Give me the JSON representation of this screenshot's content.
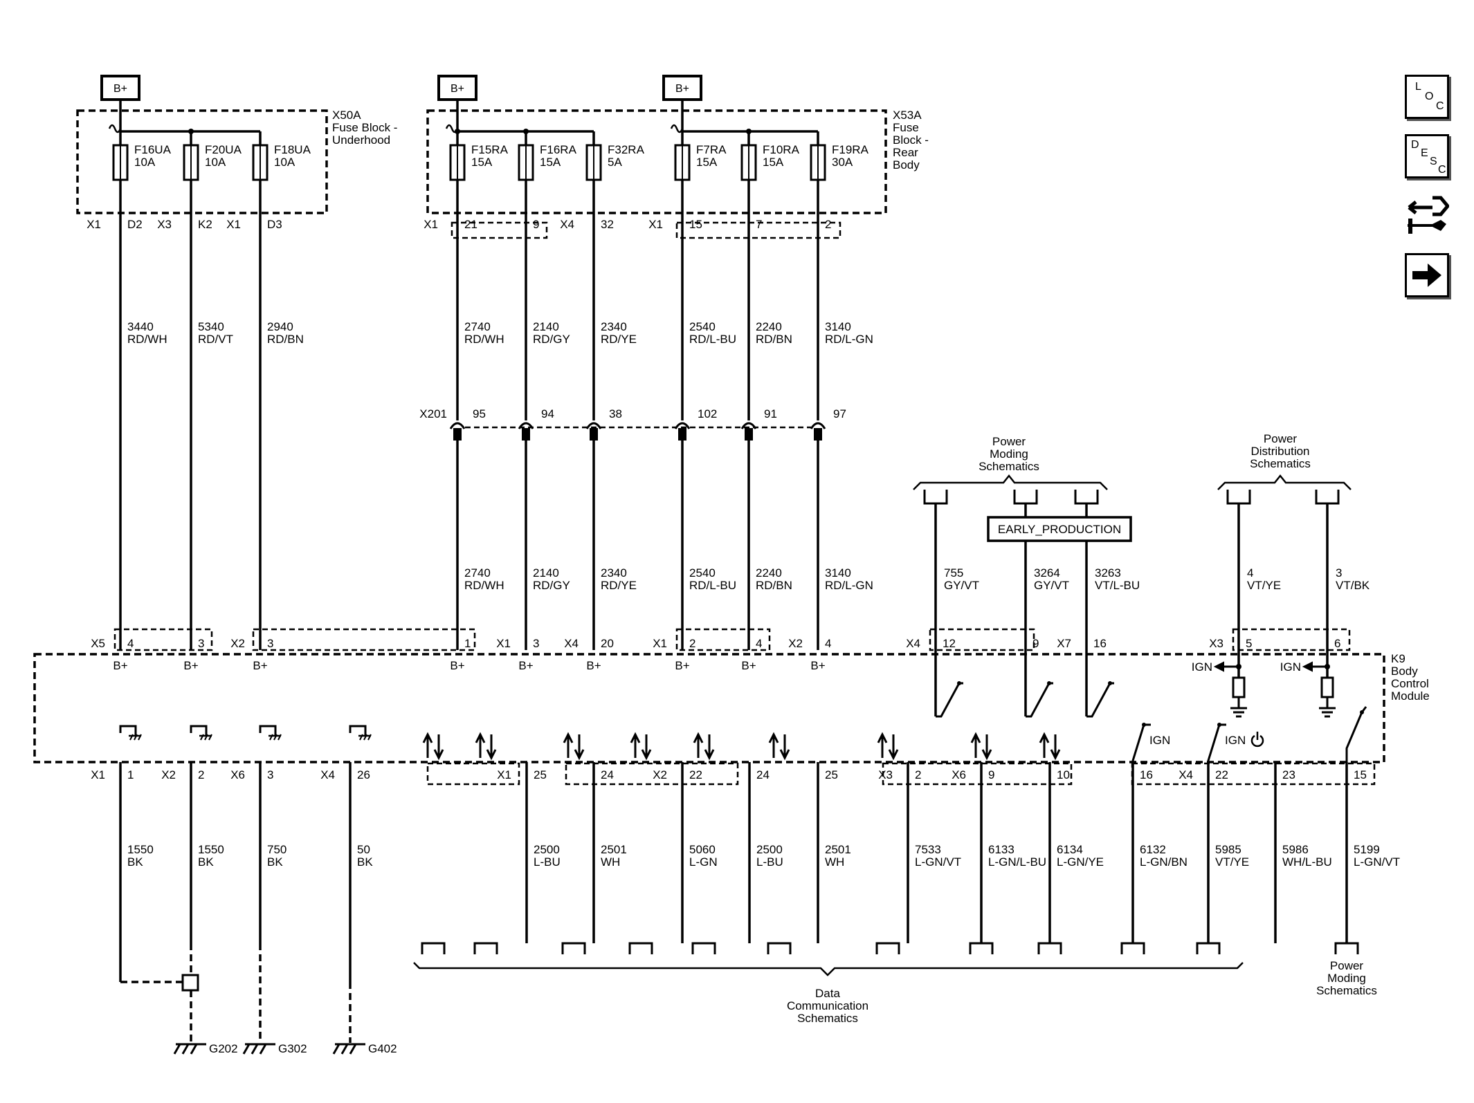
{
  "bplus_label": "B+",
  "nav": {
    "loc": [
      "L",
      "O",
      "C"
    ],
    "desc": [
      "D",
      "E",
      "S",
      "C"
    ]
  },
  "blocks": {
    "x50a": [
      "X50A",
      "Fuse Block -",
      "Underhood"
    ],
    "x53a": [
      "X53A",
      "Fuse",
      "Block -",
      "Rear",
      "Body"
    ],
    "k9": [
      "K9",
      "Body",
      "Control",
      "Module"
    ]
  },
  "fuses": [
    {
      "name": "F16UA",
      "rating": "10A"
    },
    {
      "name": "F20UA",
      "rating": "10A"
    },
    {
      "name": "F18UA",
      "rating": "10A"
    },
    {
      "name": "F15RA",
      "rating": "15A"
    },
    {
      "name": "F16RA",
      "rating": "15A"
    },
    {
      "name": "F32RA",
      "rating": "5A"
    },
    {
      "name": "F7RA",
      "rating": "15A"
    },
    {
      "name": "F10RA",
      "rating": "15A"
    },
    {
      "name": "F19RA",
      "rating": "30A"
    }
  ],
  "fuse_block_pins": [
    {
      "conn": "X1",
      "pin": "D2"
    },
    {
      "conn": "X3",
      "pin": "K2"
    },
    {
      "conn": "X1",
      "pin": "D3"
    },
    {
      "conn": "X1",
      "pin": "21"
    },
    {
      "conn": "",
      "pin": "9"
    },
    {
      "conn": "X4",
      "pin": "32"
    },
    {
      "conn": "X1",
      "pin": "15"
    },
    {
      "conn": "",
      "pin": "7"
    },
    {
      "conn": "",
      "pin": "2"
    }
  ],
  "upper_wires": [
    {
      "circuit": "3440",
      "color": "RD/WH"
    },
    {
      "circuit": "5340",
      "color": "RD/VT"
    },
    {
      "circuit": "2940",
      "color": "RD/BN"
    },
    {
      "circuit": "2740",
      "color": "RD/WH"
    },
    {
      "circuit": "2140",
      "color": "RD/GY"
    },
    {
      "circuit": "2340",
      "color": "RD/YE"
    },
    {
      "circuit": "2540",
      "color": "RD/L-BU"
    },
    {
      "circuit": "2240",
      "color": "RD/BN"
    },
    {
      "circuit": "3140",
      "color": "RD/L-GN"
    }
  ],
  "x201": {
    "label": "X201",
    "pins": [
      "95",
      "94",
      "38",
      "102",
      "91",
      "97"
    ]
  },
  "mid_wires": [
    {
      "circuit": "2740",
      "color": "RD/WH"
    },
    {
      "circuit": "2140",
      "color": "RD/GY"
    },
    {
      "circuit": "2340",
      "color": "RD/YE"
    },
    {
      "circuit": "2540",
      "color": "RD/L-BU"
    },
    {
      "circuit": "2240",
      "color": "RD/BN"
    },
    {
      "circuit": "3140",
      "color": "RD/L-GN"
    },
    {
      "circuit": "755",
      "color": "GY/VT"
    },
    {
      "circuit": "3264",
      "color": "GY/VT"
    },
    {
      "circuit": "3263",
      "color": "VT/L-BU"
    },
    {
      "circuit": "4",
      "color": "VT/YE"
    },
    {
      "circuit": "3",
      "color": "VT/BK"
    }
  ],
  "bcm_top_pins": [
    {
      "conn": "X5",
      "pin": "4"
    },
    {
      "conn": "",
      "pin": "3"
    },
    {
      "conn": "X2",
      "pin": "3"
    },
    {
      "conn": "",
      "pin": "1"
    },
    {
      "conn": "X1",
      "pin": "3"
    },
    {
      "conn": "X4",
      "pin": "20"
    },
    {
      "conn": "X1",
      "pin": "2"
    },
    {
      "conn": "",
      "pin": "4"
    },
    {
      "conn": "X2",
      "pin": "4"
    },
    {
      "conn": "X4",
      "pin": "12"
    },
    {
      "conn": "",
      "pin": "9"
    },
    {
      "conn": "X7",
      "pin": "16"
    },
    {
      "conn": "X3",
      "pin": "5"
    },
    {
      "conn": "",
      "pin": "6"
    }
  ],
  "bcm_inner": {
    "ign": "IGN"
  },
  "bcm_bottom_pins": [
    {
      "conn": "X1",
      "pin": "1"
    },
    {
      "conn": "X2",
      "pin": "2"
    },
    {
      "conn": "X6",
      "pin": "3"
    },
    {
      "conn": "X4",
      "pin": "26"
    },
    {
      "conn": "X1",
      "pin": "25"
    },
    {
      "conn": "",
      "pin": "24"
    },
    {
      "conn": "X2",
      "pin": "22"
    },
    {
      "conn": "",
      "pin": "24"
    },
    {
      "conn": "",
      "pin": "25"
    },
    {
      "conn": "X3",
      "pin": "2"
    },
    {
      "conn": "X6",
      "pin": "9"
    },
    {
      "conn": "",
      "pin": "10"
    },
    {
      "conn": "",
      "pin": "16"
    },
    {
      "conn": "X4",
      "pin": "22"
    },
    {
      "conn": "",
      "pin": "23"
    },
    {
      "conn": "",
      "pin": "15"
    }
  ],
  "lower_wires": [
    {
      "circuit": "1550",
      "color": "BK"
    },
    {
      "circuit": "1550",
      "color": "BK"
    },
    {
      "circuit": "750",
      "color": "BK"
    },
    {
      "circuit": "50",
      "color": "BK"
    },
    {
      "circuit": "2500",
      "color": "L-BU"
    },
    {
      "circuit": "2501",
      "color": "WH"
    },
    {
      "circuit": "5060",
      "color": "L-GN"
    },
    {
      "circuit": "2500",
      "color": "L-BU"
    },
    {
      "circuit": "2501",
      "color": "WH"
    },
    {
      "circuit": "7533",
      "color": "L-GN/VT"
    },
    {
      "circuit": "6133",
      "color": "L-GN/L-BU"
    },
    {
      "circuit": "6134",
      "color": "L-GN/YE"
    },
    {
      "circuit": "6132",
      "color": "L-GN/BN"
    },
    {
      "circuit": "5985",
      "color": "VT/YE"
    },
    {
      "circuit": "5986",
      "color": "WH/L-BU"
    },
    {
      "circuit": "5199",
      "color": "L-GN/VT"
    }
  ],
  "grounds": [
    "G202",
    "G302",
    "G402"
  ],
  "references": {
    "power_moding_top": [
      "Power",
      "Moding",
      "Schematics"
    ],
    "power_distribution": [
      "Power",
      "Distribution",
      "Schematics"
    ],
    "data_communication": [
      "Data",
      "Communication",
      "Schematics"
    ],
    "power_moding_bottom": [
      "Power",
      "Moding",
      "Schematics"
    ]
  },
  "option_label": "EARLY_PRODUCTION"
}
